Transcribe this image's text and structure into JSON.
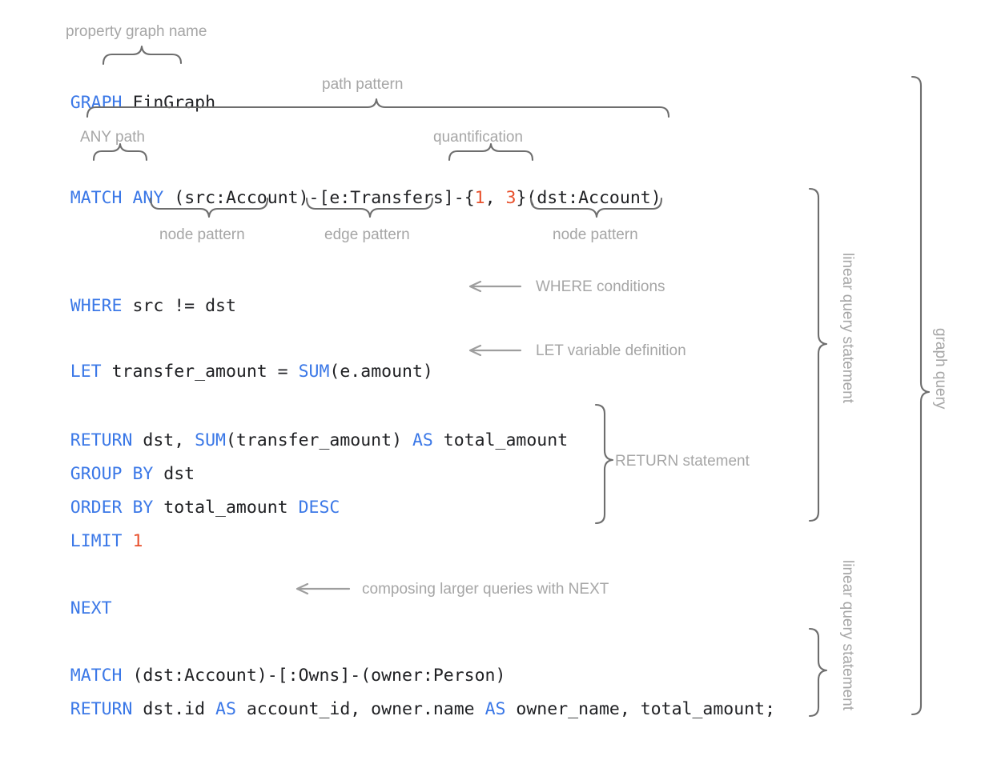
{
  "diagram": {
    "title": "GQL graph query anatomy",
    "colors": {
      "keyword": "#3b78e7",
      "literal": "#e8502c",
      "plain": "#202124",
      "annotation": "#a6a6a6",
      "brace": "#6e6e6e",
      "arrow": "#9e9e9e",
      "background": "#ffffff"
    }
  },
  "code": {
    "lines": [
      {
        "id": "graph-line",
        "text": "GRAPH FinGraph",
        "tokens": [
          {
            "t": "GRAPH",
            "k": "kw"
          },
          {
            "t": " FinGraph",
            "k": "pl"
          }
        ]
      },
      {
        "id": "match-line",
        "text": "MATCH ANY (src:Account)-[e:Transfers]-{1, 3}(dst:Account)",
        "tokens": [
          {
            "t": "MATCH",
            "k": "kw"
          },
          {
            "t": " ",
            "k": "pl"
          },
          {
            "t": "ANY",
            "k": "kw"
          },
          {
            "t": " (src:Account)-[e:Transfers]-{",
            "k": "pl"
          },
          {
            "t": "1",
            "k": "num"
          },
          {
            "t": ", ",
            "k": "pl"
          },
          {
            "t": "3",
            "k": "num"
          },
          {
            "t": "}(dst:Account)",
            "k": "pl"
          }
        ]
      },
      {
        "id": "where-line",
        "text": "WHERE src != dst",
        "tokens": [
          {
            "t": "WHERE",
            "k": "kw"
          },
          {
            "t": " src != dst",
            "k": "pl"
          }
        ]
      },
      {
        "id": "let-line",
        "text": "LET transfer_amount = SUM(e.amount)",
        "tokens": [
          {
            "t": "LET",
            "k": "kw"
          },
          {
            "t": " transfer_amount = ",
            "k": "pl"
          },
          {
            "t": "SUM",
            "k": "kw"
          },
          {
            "t": "(e.amount)",
            "k": "pl"
          }
        ]
      },
      {
        "id": "return-line",
        "text": "RETURN dst, SUM(transfer_amount) AS total_amount",
        "tokens": [
          {
            "t": "RETURN",
            "k": "kw"
          },
          {
            "t": " dst, ",
            "k": "pl"
          },
          {
            "t": "SUM",
            "k": "kw"
          },
          {
            "t": "(transfer_amount) ",
            "k": "pl"
          },
          {
            "t": "AS",
            "k": "kw"
          },
          {
            "t": " total_amount",
            "k": "pl"
          }
        ]
      },
      {
        "id": "groupby-line",
        "text": "GROUP BY dst",
        "tokens": [
          {
            "t": "GROUP BY",
            "k": "kw"
          },
          {
            "t": " dst",
            "k": "pl"
          }
        ]
      },
      {
        "id": "orderby-line",
        "text": "ORDER BY total_amount DESC",
        "tokens": [
          {
            "t": "ORDER BY",
            "k": "kw"
          },
          {
            "t": " total_amount ",
            "k": "pl"
          },
          {
            "t": "DESC",
            "k": "kw"
          }
        ]
      },
      {
        "id": "limit-line",
        "text": "LIMIT 1",
        "tokens": [
          {
            "t": "LIMIT",
            "k": "kw"
          },
          {
            "t": " ",
            "k": "pl"
          },
          {
            "t": "1",
            "k": "num"
          }
        ]
      },
      {
        "id": "next-line",
        "text": "NEXT",
        "tokens": [
          {
            "t": "NEXT",
            "k": "kw"
          }
        ]
      },
      {
        "id": "match2-line",
        "text": "MATCH (dst:Account)-[:Owns]-(owner:Person)",
        "tokens": [
          {
            "t": "MATCH",
            "k": "kw"
          },
          {
            "t": " (dst:Account)-[:Owns]-(owner:Person)",
            "k": "pl"
          }
        ]
      },
      {
        "id": "return2-line",
        "text": "RETURN dst.id AS account_id, owner.name AS owner_name, total_amount;",
        "tokens": [
          {
            "t": "RETURN",
            "k": "kw"
          },
          {
            "t": " dst.id ",
            "k": "pl"
          },
          {
            "t": "AS",
            "k": "kw"
          },
          {
            "t": " account_id, owner.name ",
            "k": "pl"
          },
          {
            "t": "AS",
            "k": "kw"
          },
          {
            "t": " owner_name, total_amount;",
            "k": "pl"
          }
        ]
      }
    ]
  },
  "annotations": {
    "property_graph_name": "property graph name",
    "path_pattern": "path pattern",
    "any_path": "ANY path",
    "quantification": "quantification",
    "node_pattern_left": "node pattern",
    "edge_pattern": "edge pattern",
    "node_pattern_right": "node pattern",
    "where_conditions": "WHERE conditions",
    "let_variable_definition": "LET variable definition",
    "return_statement": "RETURN statement",
    "composing_with_next": "composing larger queries with NEXT",
    "linear_query_statement_1": "linear query statement",
    "linear_query_statement_2": "linear query statement",
    "graph_query": "graph query"
  }
}
